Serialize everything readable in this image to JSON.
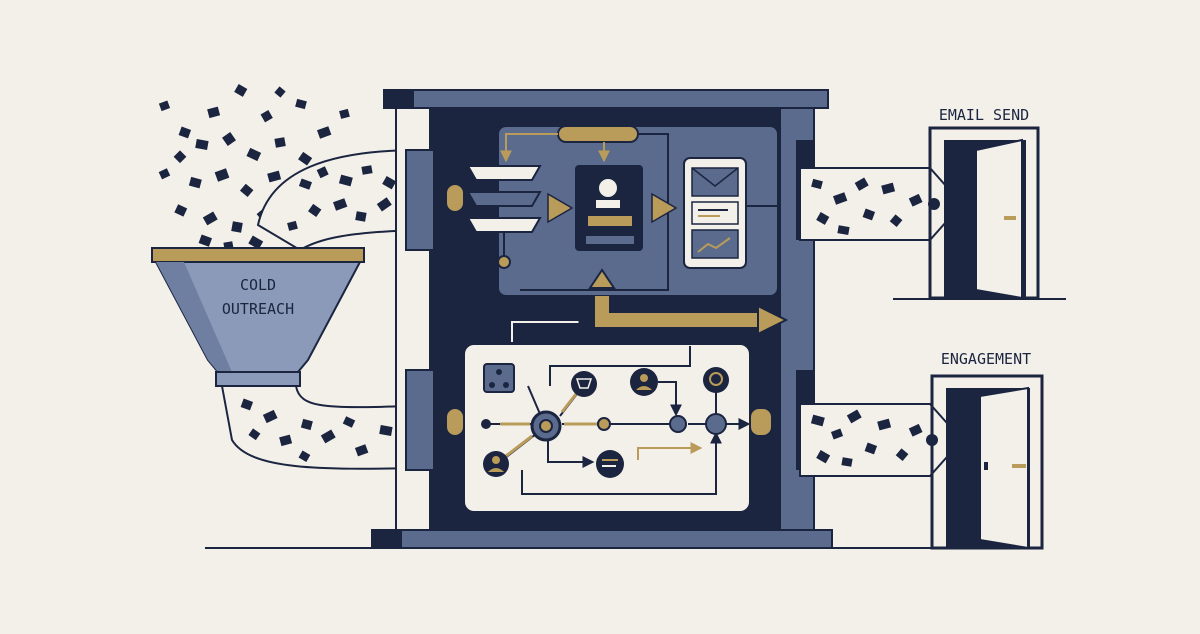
{
  "funnel": {
    "line1": "COLD",
    "line2": "OUTREACH"
  },
  "outputs": [
    {
      "label": "EMAIL SEND"
    },
    {
      "label": "ENGAGEMENT"
    }
  ],
  "colors": {
    "background": "#f3f0ea",
    "navy": "#1b2540",
    "slate": "#5a6b8e",
    "slate_light": "#8a9ab8",
    "gold": "#b99b5a",
    "cream": "#f3f0ea"
  }
}
